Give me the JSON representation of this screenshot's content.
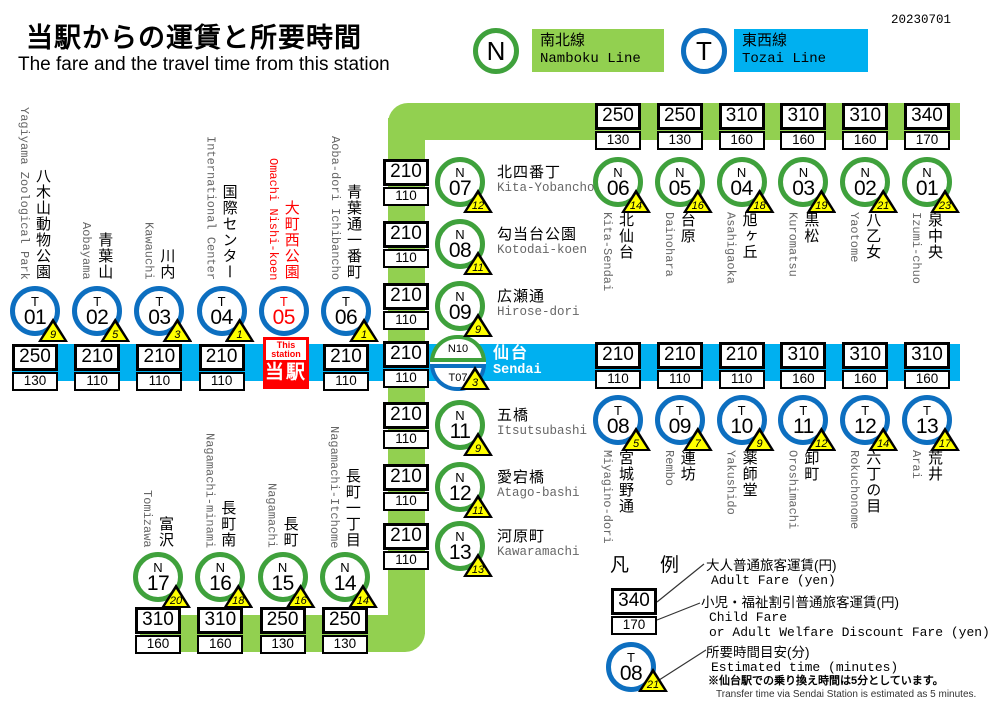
{
  "meta": {
    "date": "20230701"
  },
  "colors": {
    "namboku_band": "#92d050",
    "namboku_ring": "#3fa13c",
    "tozai_band": "#00b0f0",
    "tozai_ring": "#0d6fc0",
    "highlight_red": "#ff0000",
    "time_yellow": "#ffff00"
  },
  "header": {
    "title_jp": "当駅からの運賃と所要時間",
    "title_en": "The fare and the travel time from this  station",
    "lines": [
      {
        "letter": "N",
        "jp": "南北線",
        "en": "Namboku Line"
      },
      {
        "letter": "T",
        "jp": "東西線",
        "en": "Tozai Line"
      }
    ]
  },
  "this_station": {
    "label_en": "This station",
    "label_jp": "当駅"
  },
  "sendai": {
    "code_top": "N10",
    "code_bottom": "T07",
    "jp": "仙台",
    "en": "Sendai",
    "adult": "210",
    "child": "110",
    "min": "3"
  },
  "stations": [
    {
      "code": "N06",
      "letter": "N",
      "num": "06",
      "jp": "北仙台",
      "en": "Kita-Sendai",
      "adult": "250",
      "child": "130",
      "min": "14",
      "section": "north",
      "i": 0
    },
    {
      "code": "N05",
      "letter": "N",
      "num": "05",
      "jp": "台原",
      "en": "Dainohara",
      "adult": "250",
      "child": "130",
      "min": "16",
      "section": "north",
      "i": 1
    },
    {
      "code": "N04",
      "letter": "N",
      "num": "04",
      "jp": "旭ヶ丘",
      "en": "Asahigaoka",
      "adult": "310",
      "child": "160",
      "min": "18",
      "section": "north",
      "i": 2
    },
    {
      "code": "N03",
      "letter": "N",
      "num": "03",
      "jp": "黒松",
      "en": "Kuromatsu",
      "adult": "310",
      "child": "160",
      "min": "19",
      "section": "north",
      "i": 3
    },
    {
      "code": "N02",
      "letter": "N",
      "num": "02",
      "jp": "八乙女",
      "en": "Yaotome",
      "adult": "310",
      "child": "160",
      "min": "21",
      "section": "north",
      "i": 4
    },
    {
      "code": "N01",
      "letter": "N",
      "num": "01",
      "jp": "泉中央",
      "en": "Izumi-chuo",
      "adult": "340",
      "child": "170",
      "min": "23",
      "section": "north",
      "i": 5
    },
    {
      "code": "N07",
      "letter": "N",
      "num": "07",
      "jp": "北四番丁",
      "en": "Kita-Yobancho",
      "adult": "210",
      "child": "110",
      "min": "12",
      "section": "spine",
      "i": 0
    },
    {
      "code": "N08",
      "letter": "N",
      "num": "08",
      "jp": "勾当台公園",
      "en": "Kotodai-koen",
      "adult": "210",
      "child": "110",
      "min": "11",
      "section": "spine",
      "i": 1
    },
    {
      "code": "N09",
      "letter": "N",
      "num": "09",
      "jp": "広瀬通",
      "en": "Hirose-dori",
      "adult": "210",
      "child": "110",
      "min": "9",
      "section": "spine",
      "i": 2
    },
    {
      "code": "N11",
      "letter": "N",
      "num": "11",
      "jp": "五橋",
      "en": "Itsutsubashi",
      "adult": "210",
      "child": "110",
      "min": "9",
      "section": "spine",
      "i": 3
    },
    {
      "code": "N12",
      "letter": "N",
      "num": "12",
      "jp": "愛宕橋",
      "en": "Atago-bashi",
      "adult": "210",
      "child": "110",
      "min": "11",
      "section": "spine",
      "i": 4
    },
    {
      "code": "N13",
      "letter": "N",
      "num": "13",
      "jp": "河原町",
      "en": "Kawaramachi",
      "adult": "210",
      "child": "110",
      "min": "13",
      "section": "spine",
      "i": 5
    },
    {
      "code": "T01",
      "letter": "T",
      "num": "01",
      "jp": "八木山動物公園",
      "en": "Yagiyama Zoological Park",
      "adult": "250",
      "child": "130",
      "min": "9",
      "section": "west",
      "i": 0
    },
    {
      "code": "T02",
      "letter": "T",
      "num": "02",
      "jp": "青葉山",
      "en": "Aobayama",
      "adult": "210",
      "child": "110",
      "min": "5",
      "section": "west",
      "i": 1
    },
    {
      "code": "T03",
      "letter": "T",
      "num": "03",
      "jp": "川内",
      "en": "Kawauchi",
      "adult": "210",
      "child": "110",
      "min": "3",
      "section": "west",
      "i": 2
    },
    {
      "code": "T04",
      "letter": "T",
      "num": "04",
      "jp": "国際センター",
      "en": "International Center",
      "adult": "210",
      "child": "110",
      "min": "1",
      "section": "west",
      "i": 3
    },
    {
      "code": "T05",
      "letter": "T",
      "num": "05",
      "jp": "大町西公園",
      "en": "Omachi Nishi-koen",
      "this_station": true,
      "section": "west",
      "i": 4
    },
    {
      "code": "T06",
      "letter": "T",
      "num": "06",
      "jp": "青葉通一番町",
      "en": "Aoba-dori Ichibancho",
      "adult": "210",
      "child": "110",
      "min": "1",
      "section": "west",
      "i": 5
    },
    {
      "code": "T08",
      "letter": "T",
      "num": "08",
      "jp": "宮城野通",
      "en": "Miyagino-dori",
      "adult": "210",
      "child": "110",
      "min": "5",
      "section": "east",
      "i": 0
    },
    {
      "code": "T09",
      "letter": "T",
      "num": "09",
      "jp": "連坊",
      "en": "Rembo",
      "adult": "210",
      "child": "110",
      "min": "7",
      "section": "east",
      "i": 1
    },
    {
      "code": "T10",
      "letter": "T",
      "num": "10",
      "jp": "薬師堂",
      "en": "Yakushido",
      "adult": "210",
      "child": "110",
      "min": "9",
      "section": "east",
      "i": 2
    },
    {
      "code": "T11",
      "letter": "T",
      "num": "11",
      "jp": "卸町",
      "en": "Oroshimachi",
      "adult": "310",
      "child": "160",
      "min": "12",
      "section": "east",
      "i": 3
    },
    {
      "code": "T12",
      "letter": "T",
      "num": "12",
      "jp": "六丁の目",
      "en": "Rokuchonome",
      "adult": "310",
      "child": "160",
      "min": "14",
      "section": "east",
      "i": 4
    },
    {
      "code": "T13",
      "letter": "T",
      "num": "13",
      "jp": "荒井",
      "en": "Arai",
      "adult": "310",
      "child": "160",
      "min": "17",
      "section": "east",
      "i": 5
    },
    {
      "code": "N17",
      "letter": "N",
      "num": "17",
      "jp": "富沢",
      "en": "Tomizawa",
      "adult": "310",
      "child": "160",
      "min": "20",
      "section": "south",
      "i": 0
    },
    {
      "code": "N16",
      "letter": "N",
      "num": "16",
      "jp": "長町南",
      "en": "Nagamachi-minami",
      "adult": "310",
      "child": "160",
      "min": "18",
      "section": "south",
      "i": 1
    },
    {
      "code": "N15",
      "letter": "N",
      "num": "15",
      "jp": "長町",
      "en": "Nagamachi",
      "adult": "250",
      "child": "130",
      "min": "16",
      "section": "south",
      "i": 2
    },
    {
      "code": "N14",
      "letter": "N",
      "num": "14",
      "jp": "長町一丁目",
      "en": "Nagamachi-Itchome",
      "adult": "250",
      "child": "130",
      "min": "14",
      "section": "south",
      "i": 3
    }
  ],
  "legend": {
    "title": "凡　例",
    "fare_example": {
      "adult": "340",
      "child": "170"
    },
    "adult_jp": "大人普通旅客運賃(円)",
    "adult_en": "Adult Fare (yen)",
    "child_jp": "小児・福祉割引普通旅客運賃(円)",
    "child_en1": "Child Fare",
    "child_en2": "or  Adult Welfare Discount Fare (yen)",
    "time_example": {
      "letter": "T",
      "num": "08",
      "min": "21"
    },
    "time_jp": "所要時間目安(分)",
    "time_en": "Estimated time (minutes)",
    "note_jp": "※仙台駅での乗り換え時間は5分としています。",
    "note_en": "Transfer time via Sendai Station is estimated as 5 minutes."
  }
}
